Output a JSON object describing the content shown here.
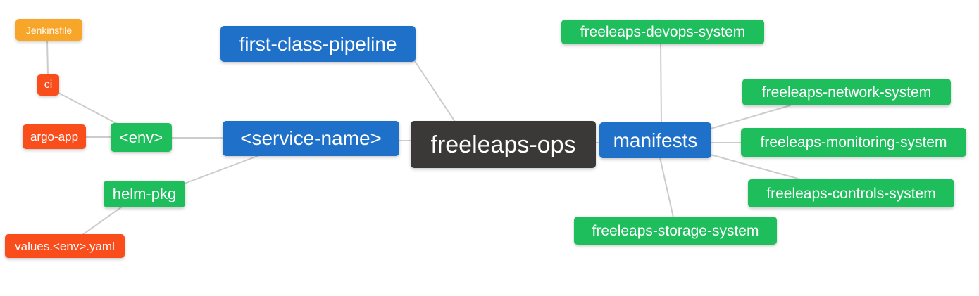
{
  "diagram": {
    "title": "freeleaps-ops mind map",
    "background_color": "#ffffff",
    "edge_color": "#cccccc",
    "text_color": "#ffffff",
    "palette": {
      "root_dark": "#3B3938",
      "branch_blue": "#1F70C8",
      "leaf_green": "#1EBE5C",
      "leaf_red": "#F94D1C",
      "leaf_orange": "#F7A62A"
    },
    "nodes": [
      {
        "id": "jenkinsfile",
        "label": "Jenkinsfile",
        "color": "#F7A62A"
      },
      {
        "id": "ci",
        "label": "ci",
        "color": "#F94D1C"
      },
      {
        "id": "argo-app",
        "label": "argo-app",
        "color": "#F94D1C"
      },
      {
        "id": "env",
        "label": "<env>",
        "color": "#1EBE5C"
      },
      {
        "id": "helm-pkg",
        "label": "helm-pkg",
        "color": "#1EBE5C"
      },
      {
        "id": "values-yaml",
        "label": "values.<env>.yaml",
        "color": "#F94D1C"
      },
      {
        "id": "pipeline",
        "label": "first-class-pipeline",
        "color": "#1F70C8"
      },
      {
        "id": "service",
        "label": "<service-name>",
        "color": "#1F70C8"
      },
      {
        "id": "ops",
        "label": "freeleaps-ops",
        "color": "#3B3938"
      },
      {
        "id": "manifests",
        "label": "manifests",
        "color": "#1F70C8"
      },
      {
        "id": "devops",
        "label": "freeleaps-devops-system",
        "color": "#1EBE5C"
      },
      {
        "id": "network",
        "label": "freeleaps-network-system",
        "color": "#1EBE5C"
      },
      {
        "id": "monitoring",
        "label": "freeleaps-monitoring-system",
        "color": "#1EBE5C"
      },
      {
        "id": "controls",
        "label": "freeleaps-controls-system",
        "color": "#1EBE5C"
      },
      {
        "id": "storage",
        "label": "freeleaps-storage-system",
        "color": "#1EBE5C"
      }
    ],
    "edges": [
      {
        "from": "jenkinsfile",
        "to": "ci"
      },
      {
        "from": "ci",
        "to": "env"
      },
      {
        "from": "argo-app",
        "to": "env"
      },
      {
        "from": "env",
        "to": "service"
      },
      {
        "from": "service",
        "to": "helm-pkg"
      },
      {
        "from": "helm-pkg",
        "to": "values-yaml"
      },
      {
        "from": "pipeline",
        "to": "ops"
      },
      {
        "from": "service",
        "to": "ops"
      },
      {
        "from": "ops",
        "to": "manifests"
      },
      {
        "from": "manifests",
        "to": "devops"
      },
      {
        "from": "manifests",
        "to": "network"
      },
      {
        "from": "manifests",
        "to": "monitoring"
      },
      {
        "from": "manifests",
        "to": "controls"
      },
      {
        "from": "manifests",
        "to": "storage"
      }
    ]
  }
}
